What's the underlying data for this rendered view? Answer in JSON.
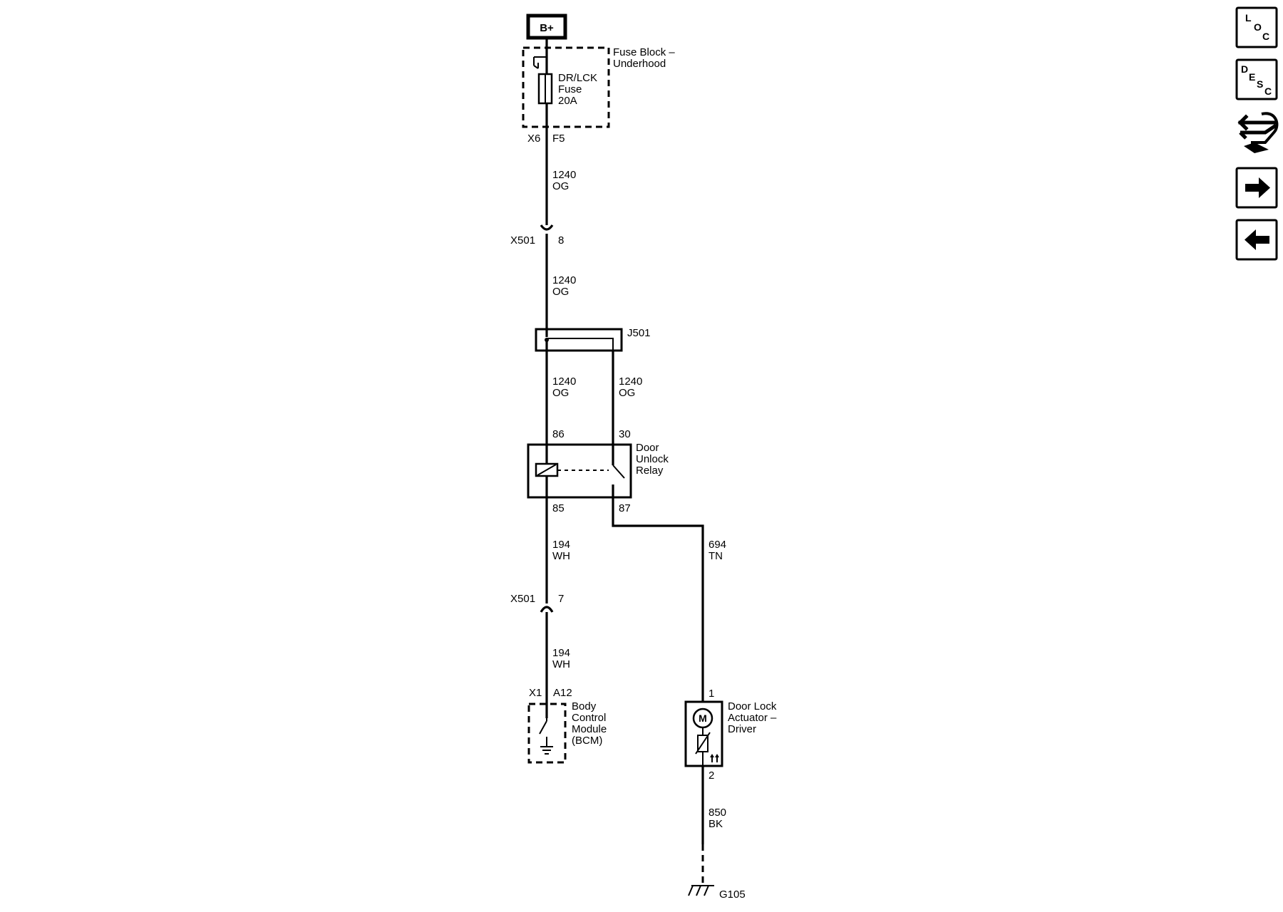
{
  "power_source": {
    "label": "B+"
  },
  "fuse_block": {
    "title_line1": "Fuse Block –",
    "title_line2": "Underhood",
    "connector": "X6",
    "pin": "F5"
  },
  "fuse": {
    "line1": "DR/LCK",
    "line2": "Fuse",
    "line3": "20A"
  },
  "wires": {
    "w1": {
      "circuit": "1240",
      "color": "OG"
    },
    "w2": {
      "circuit": "1240",
      "color": "OG"
    },
    "w3": {
      "circuit": "1240",
      "color": "OG"
    },
    "w4": {
      "circuit": "1240",
      "color": "OG"
    },
    "w5": {
      "circuit": "194",
      "color": "WH"
    },
    "w6": {
      "circuit": "194",
      "color": "WH"
    },
    "w7": {
      "circuit": "694",
      "color": "TN"
    },
    "w8": {
      "circuit": "850",
      "color": "BK"
    }
  },
  "inline_connectors": {
    "c1": {
      "name": "X501",
      "pin": "8"
    },
    "c2": {
      "name": "X501",
      "pin": "7"
    }
  },
  "splice": {
    "name": "J501"
  },
  "relay": {
    "line1": "Door",
    "line2": "Unlock",
    "line3": "Relay",
    "pin_86": "86",
    "pin_30": "30",
    "pin_85": "85",
    "pin_87": "87"
  },
  "bcm": {
    "line1": "Body",
    "line2": "Control",
    "line3": "Module",
    "line4": "(BCM)",
    "connector": "X1",
    "pin": "A12"
  },
  "actuator": {
    "line1": "Door Lock",
    "line2": "Actuator –",
    "line3": "Driver",
    "pin1": "1",
    "pin2": "2",
    "motor_symbol": "M"
  },
  "ground": {
    "name": "G105"
  },
  "side_buttons": {
    "loc": {
      "l1": "L",
      "l2": "O",
      "l3": "C"
    },
    "desc": {
      "l1": "D",
      "l2": "E",
      "l3": "S",
      "l4": "C"
    },
    "tools_icon": "connector-tool-icon",
    "next_icon": "arrow-right-icon",
    "prev_icon": "arrow-left-icon"
  }
}
